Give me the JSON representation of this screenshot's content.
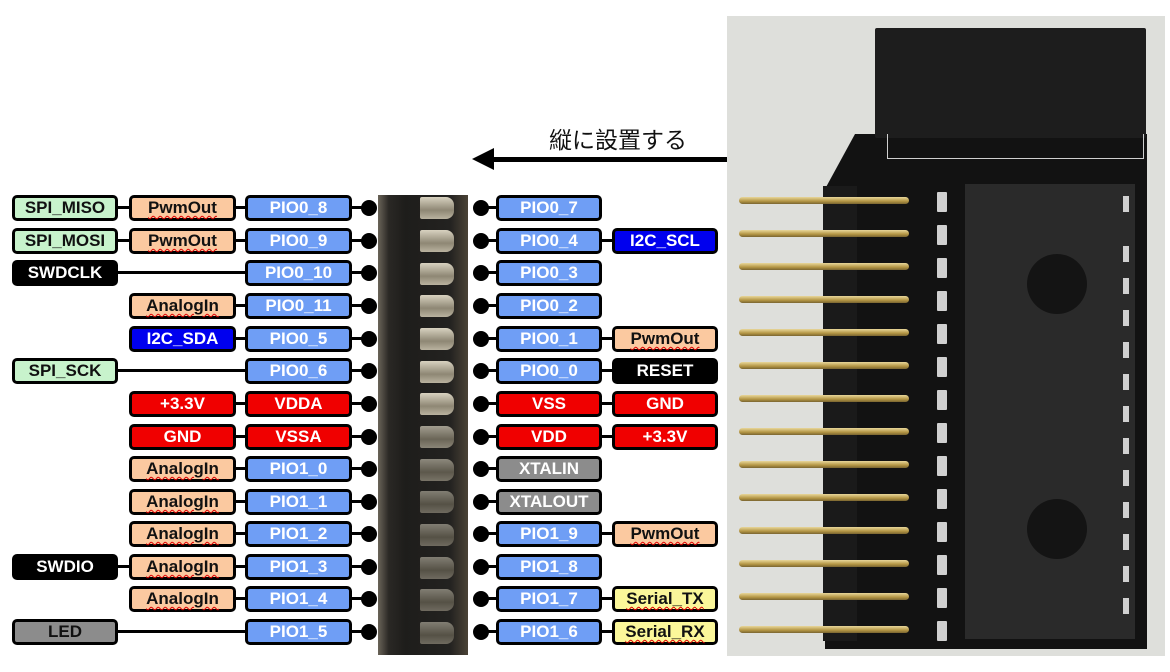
{
  "caption": {
    "text": "縦に設置する",
    "arrow_direction": "left"
  },
  "colors": {
    "pio": "#6f9ef5",
    "power": "#f00000",
    "pwm_analog": "#fbc9a0",
    "spi": "#c8f3cc",
    "i2c": "#0000ee",
    "swd_reset": "#000000",
    "xtal_led": "#8c8c8c",
    "serial": "#fbf79a"
  },
  "left_pins": [
    {
      "alt2": "SPI_MISO",
      "alt1": "PwmOut",
      "pin": "PIO0_8"
    },
    {
      "alt2": "SPI_MOSI",
      "alt1": "PwmOut",
      "pin": "PIO0_9"
    },
    {
      "alt2": "SWDCLK",
      "alt1": "",
      "pin": "PIO0_10"
    },
    {
      "alt2": "",
      "alt1": "AnalogIn",
      "pin": "PIO0_11"
    },
    {
      "alt2": "",
      "alt1": "I2C_SDA",
      "pin": "PIO0_5"
    },
    {
      "alt2": "SPI_SCK",
      "alt1": "",
      "pin": "PIO0_6"
    },
    {
      "alt2": "",
      "alt1": "+3.3V",
      "pin": "VDDA"
    },
    {
      "alt2": "",
      "alt1": "GND",
      "pin": "VSSA"
    },
    {
      "alt2": "",
      "alt1": "AnalogIn",
      "pin": "PIO1_0"
    },
    {
      "alt2": "",
      "alt1": "AnalogIn",
      "pin": "PIO1_1"
    },
    {
      "alt2": "",
      "alt1": "AnalogIn",
      "pin": "PIO1_2"
    },
    {
      "alt2": "SWDIO",
      "alt1": "AnalogIn",
      "pin": "PIO1_3"
    },
    {
      "alt2": "",
      "alt1": "AnalogIn",
      "pin": "PIO1_4"
    },
    {
      "alt2": "LED",
      "alt1": "",
      "pin": "PIO1_5"
    }
  ],
  "right_pins": [
    {
      "pin": "PIO0_7",
      "alt1": ""
    },
    {
      "pin": "PIO0_4",
      "alt1": "I2C_SCL"
    },
    {
      "pin": "PIO0_3",
      "alt1": ""
    },
    {
      "pin": "PIO0_2",
      "alt1": ""
    },
    {
      "pin": "PIO0_1",
      "alt1": "PwmOut"
    },
    {
      "pin": "PIO0_0",
      "alt1": "RESET"
    },
    {
      "pin": "VSS",
      "alt1": "GND"
    },
    {
      "pin": "VDD",
      "alt1": "+3.3V"
    },
    {
      "pin": "XTALIN",
      "alt1": ""
    },
    {
      "pin": "XTALOUT",
      "alt1": ""
    },
    {
      "pin": "PIO1_9",
      "alt1": "PwmOut"
    },
    {
      "pin": "PIO1_8",
      "alt1": ""
    },
    {
      "pin": "PIO1_7",
      "alt1": "Serial_TX"
    },
    {
      "pin": "PIO1_6",
      "alt1": "Serial_RX"
    }
  ],
  "photos": {
    "header_strip": "header-pin-photo",
    "board": "board-photo"
  }
}
